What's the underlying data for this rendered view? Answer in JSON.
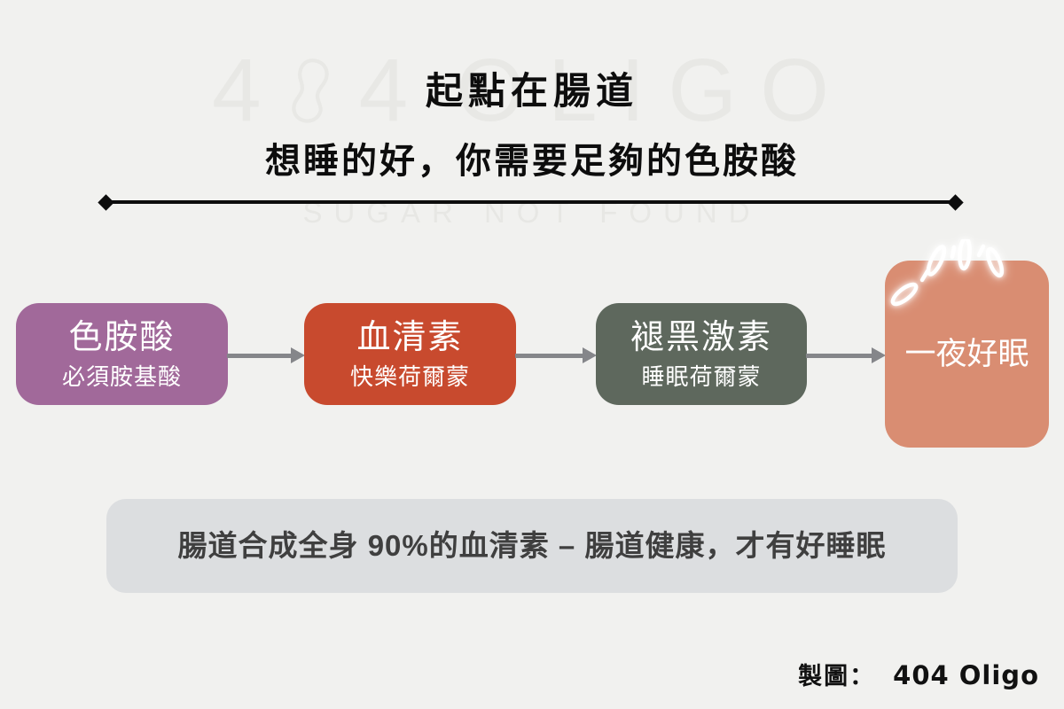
{
  "page": {
    "background": "#f1f1ef"
  },
  "watermark": {
    "digit_left": "4",
    "digit_right": "4",
    "word": "OLIGO",
    "tagline": "SUGAR NOT FOUND",
    "color": "#e8e8e5"
  },
  "header": {
    "title": "起點在腸道",
    "subtitle": "想睡的好，你需要足夠的色胺酸",
    "divider_color": "#0d0d0d"
  },
  "flow": {
    "arrow_color": "#85868a",
    "steps": [
      {
        "label": "色胺酸",
        "sublabel": "必須胺基酸",
        "color": "#a1699a"
      },
      {
        "label": "血清素",
        "sublabel": "快樂荷爾蒙",
        "color": "#c84a2e"
      },
      {
        "label": "褪黑激素",
        "sublabel": "睡眠荷爾蒙",
        "color": "#5e685d"
      },
      {
        "label": "一夜好眠",
        "color": "#d98d72"
      }
    ]
  },
  "callout": {
    "text": "腸道合成全身 90%的血清素 – 腸道健康，才有好睡眠",
    "background": "#dcdee0",
    "text_color": "#3f3f3f"
  },
  "credit": {
    "label": "製圖：",
    "brand": "404 Oligo"
  }
}
